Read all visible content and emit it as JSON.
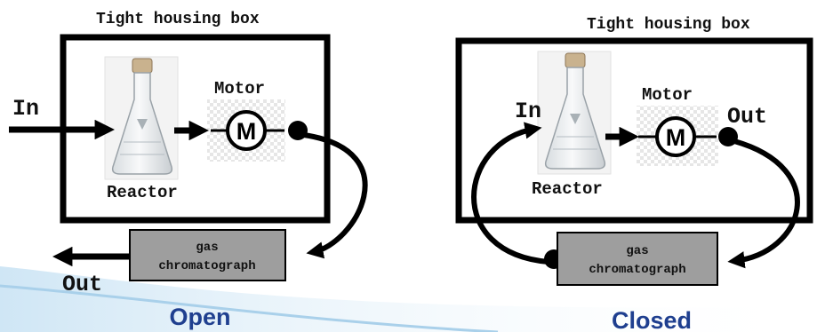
{
  "open_diagram": {
    "box_title": "Tight housing box",
    "in_label": "In",
    "out_label": "Out",
    "motor_label": "Motor",
    "motor_symbol": "M",
    "reactor_label": "Reactor",
    "gc_line1": "gas",
    "gc_line2": "chromatograph",
    "caption": "Open"
  },
  "closed_diagram": {
    "box_title": "Tight housing box",
    "in_label": "In",
    "out_label": "Out",
    "motor_label": "Motor",
    "motor_symbol": "M",
    "reactor_label": "Reactor",
    "gc_line1": "gas",
    "gc_line2": "chromatograph",
    "caption": "Closed"
  },
  "colors": {
    "caption": "#1f3f8f",
    "gc_fill": "#9e9e9e",
    "outline": "#000000",
    "wave": "#b9d9ef"
  },
  "icons": {
    "reactor": "erlenmeyer-flask-icon",
    "motor": "motor-symbol-icon"
  }
}
